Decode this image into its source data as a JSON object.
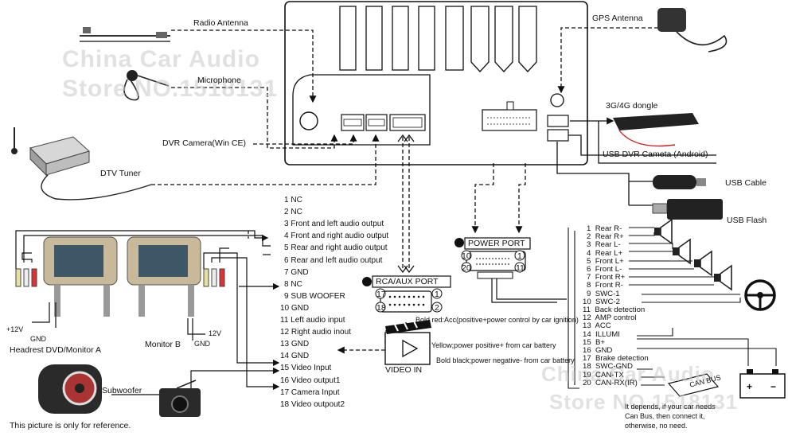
{
  "watermark": {
    "line1": "China Car Audio",
    "line2": "Store NO.1518131"
  },
  "devices": {
    "radio_antenna": "Radio Antenna",
    "microphone": "Microphone",
    "dvr_camera": "DVR Camera(Win CE)",
    "dtv_tuner": "DTV Tuner",
    "gps_antenna": "GPS Antenna",
    "dongle": "3G/4G dongle",
    "usb_dvr": "USB DVR  Cameta (Android)",
    "usb_cable": "USB Cable",
    "usb_flash": "USB Flash",
    "headrest": "Headrest DVD/Monitor A",
    "monitor_b": "Monitor  B",
    "subwoofer": "Subwoofer",
    "video_in": "VIDEO  IN",
    "can_bus": "CAN BUS",
    "reference": "This picture is only for reference."
  },
  "monitor_left": {
    "v12": "+12V",
    "gnd": "GND"
  },
  "monitor_right": {
    "v12": "12V",
    "gnd": "GND"
  },
  "rca_port": {
    "title": "RCA/AUX PORT",
    "pin_tl": "17",
    "pin_tr": "1",
    "pin_bl": "18",
    "pin_br": "2"
  },
  "power_port": {
    "title": "POWER PORT",
    "pin_tl": "10",
    "pin_tr": "1",
    "pin_bl": "20",
    "pin_br": "11"
  },
  "rca_pins": [
    {
      "num": "1",
      "label": "NC"
    },
    {
      "num": "2",
      "label": "NC"
    },
    {
      "num": "3",
      "label": "Front and left audio output"
    },
    {
      "num": "4",
      "label": "Front and right audio output"
    },
    {
      "num": "5",
      "label": "Rear and right audio output"
    },
    {
      "num": "6",
      "label": "Rear and left audio output"
    },
    {
      "num": "7",
      "label": "GND"
    },
    {
      "num": "8",
      "label": "NC"
    },
    {
      "num": "9",
      "label": "SUB WOOFER"
    },
    {
      "num": "10",
      "label": "GND"
    },
    {
      "num": "11",
      "label": "Left audio input"
    },
    {
      "num": "12",
      "label": "Right audio inout"
    },
    {
      "num": "13",
      "label": "GND"
    },
    {
      "num": "14",
      "label": "GND"
    },
    {
      "num": "15",
      "label": "Video Input"
    },
    {
      "num": "16",
      "label": "Video output1"
    },
    {
      "num": "17",
      "label": "Camera Input"
    },
    {
      "num": "18",
      "label": "Video outpout2"
    }
  ],
  "power_pins": [
    {
      "num": "1",
      "label": "Rear R-"
    },
    {
      "num": "2",
      "label": "Rear R+"
    },
    {
      "num": "3",
      "label": "Rear L-"
    },
    {
      "num": "4",
      "label": "Rear L+"
    },
    {
      "num": "5",
      "label": "Front L+"
    },
    {
      "num": "6",
      "label": "Front L-"
    },
    {
      "num": "7",
      "label": "Front R+"
    },
    {
      "num": "8",
      "label": "Front R-"
    },
    {
      "num": "9",
      "label": "SWC-1"
    },
    {
      "num": "10",
      "label": "SWC-2"
    },
    {
      "num": "11",
      "label": "Back detection"
    },
    {
      "num": "12",
      "label": "AMP control"
    },
    {
      "num": "13",
      "label": "ACC"
    },
    {
      "num": "14",
      "label": "ILLUMI"
    },
    {
      "num": "15",
      "label": "B+"
    },
    {
      "num": "16",
      "label": "GND"
    },
    {
      "num": "17",
      "label": "Brake detection"
    },
    {
      "num": "18",
      "label": "SWC-GND"
    },
    {
      "num": "19",
      "label": "CAN-TX"
    },
    {
      "num": "20",
      "label": "CAN-RX(IR)"
    }
  ],
  "wire_notes": {
    "red": "Bold red:Acc(positive+power control by car ignition)",
    "yellow": "Yellow;power positive+ from car battery",
    "black": "Bold black;power negative- from car battery"
  },
  "can_note": [
    "It depends, if your car needs",
    "Can Bus, then connect it,",
    "otherwise, no need."
  ]
}
